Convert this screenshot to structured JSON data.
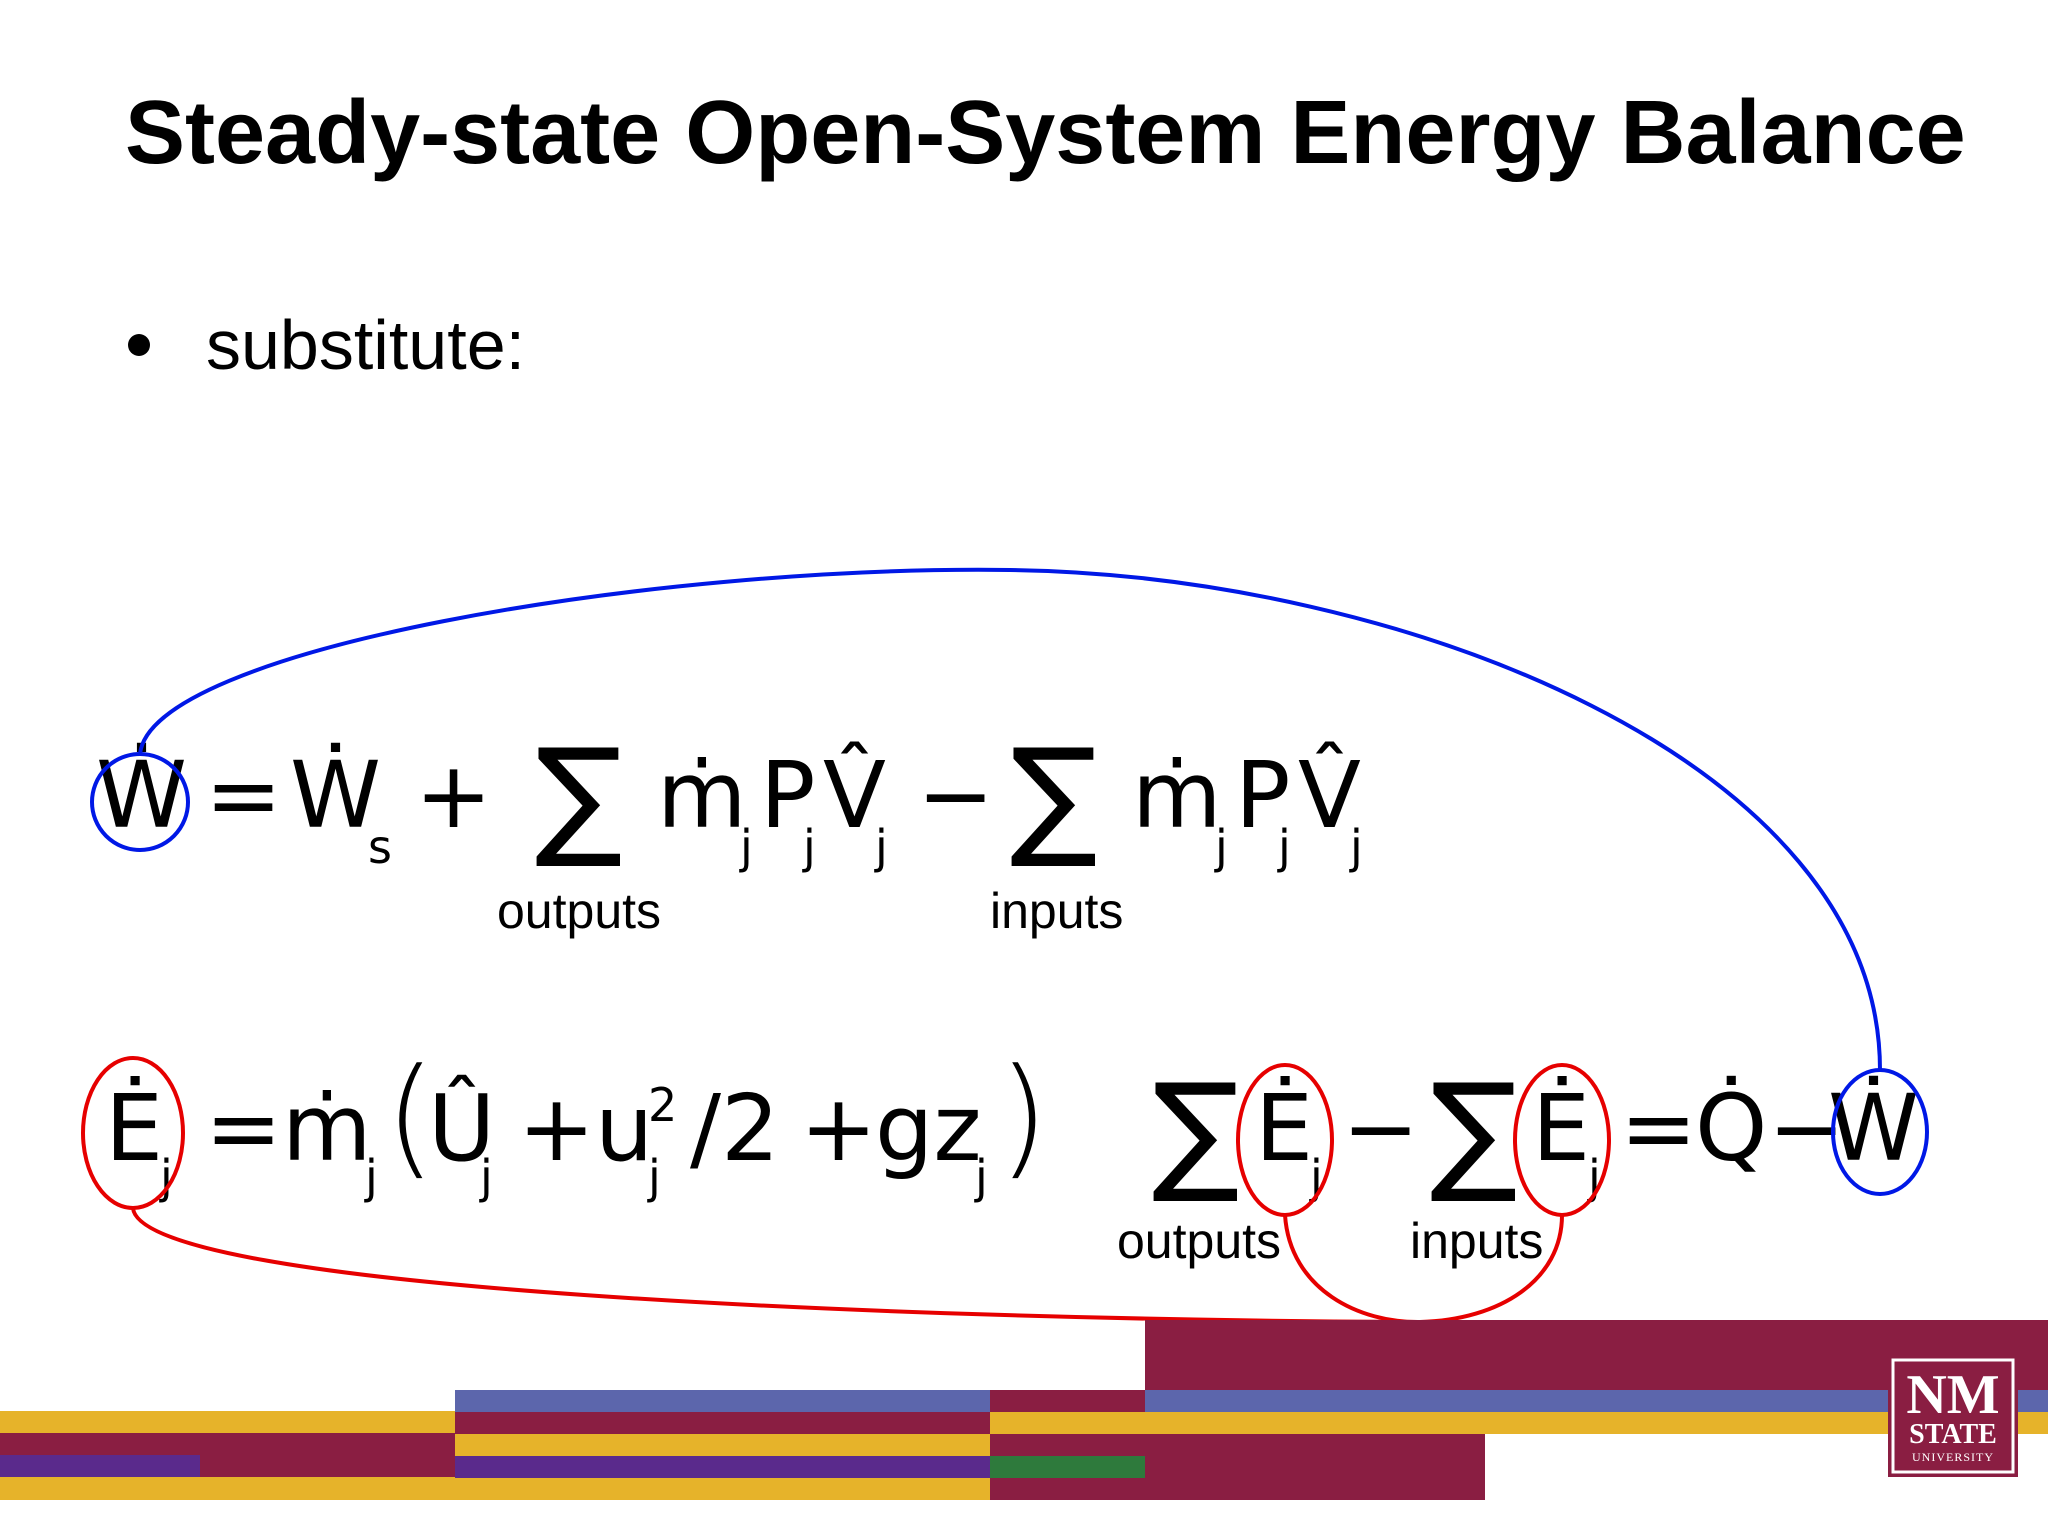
{
  "slide": {
    "title": "Steady-state Open-System Energy Balance",
    "bullet": "substitute:"
  },
  "equations": {
    "work": {
      "lhs": "Ẇ",
      "eq": "=",
      "ws": "Ẇ",
      "ws_sub": "s",
      "plus": "+",
      "sum1": "∑",
      "term1": "ṁ",
      "j": "j",
      "P": "P",
      "Vhat": "V̂",
      "minus": "−",
      "sum2": "∑",
      "outputs": "outputs",
      "inputs": "inputs"
    },
    "energy": {
      "E": "Ė",
      "j": "j",
      "eq": "=",
      "m": "ṁ",
      "lparen": "(",
      "Uhat": "Û",
      "plus1": "+",
      "u": "u",
      "sq": "2",
      "div": "/2",
      "plus2": "+",
      "gz": "gz",
      "rparen": ")"
    },
    "balance": {
      "sum": "∑",
      "E": "Ė",
      "j": "j",
      "minus": "−",
      "eq": "=",
      "Q": "Q̇",
      "minus2": "−",
      "W": "Ẇ",
      "outputs": "outputs",
      "inputs": "inputs"
    }
  },
  "logo": {
    "line1": "NM",
    "line2": "STATE",
    "line3": "UNIVERSITY"
  },
  "colors": {
    "maroon": "#8A1E42",
    "gold": "#E6B32A",
    "blue": "#5C66AC",
    "purple": "#5A2A8C",
    "green": "#2E7A3C",
    "circle_blue": "#0018E6",
    "circle_red": "#E60000"
  }
}
